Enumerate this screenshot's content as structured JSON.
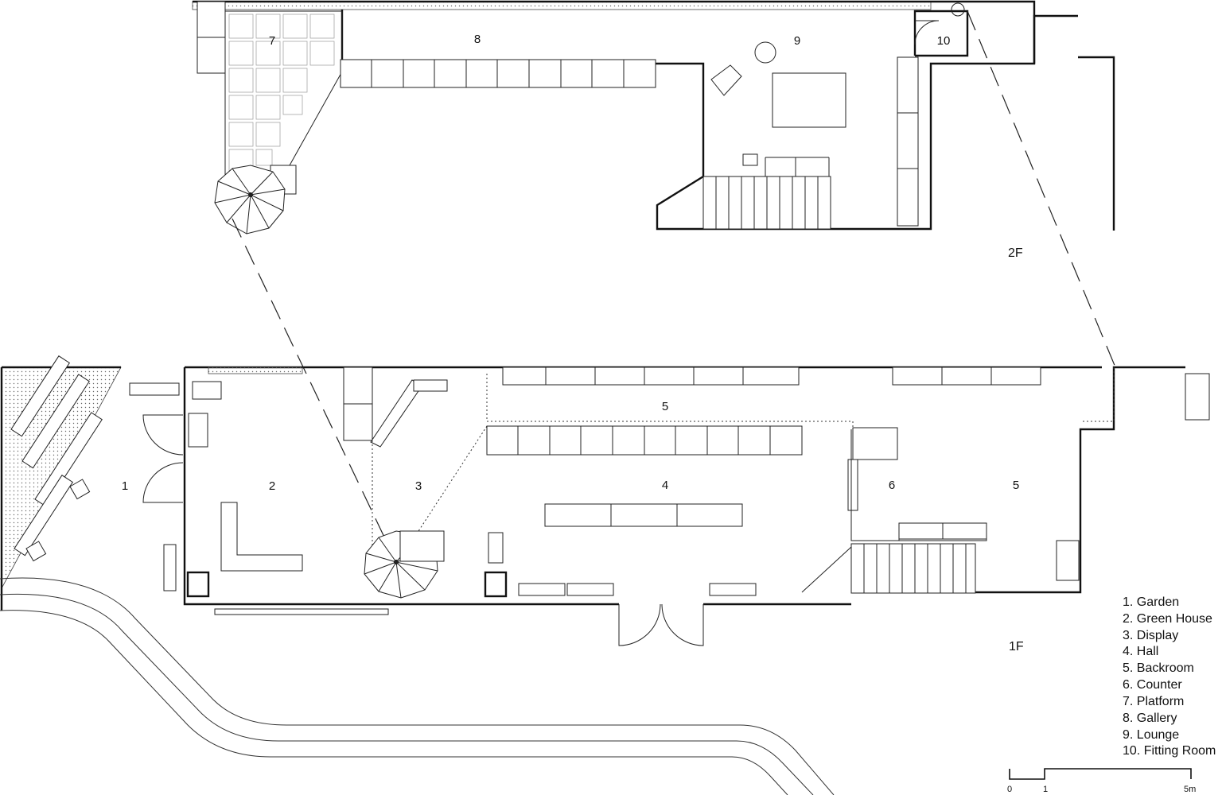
{
  "floors": {
    "upper": "2F",
    "lower": "1F"
  },
  "rooms_2f": [
    {
      "id": "7",
      "label": "7"
    },
    {
      "id": "8",
      "label": "8"
    },
    {
      "id": "9",
      "label": "9"
    },
    {
      "id": "10",
      "label": "10"
    }
  ],
  "rooms_1f": [
    {
      "id": "1",
      "label": "1"
    },
    {
      "id": "2",
      "label": "2"
    },
    {
      "id": "3",
      "label": "3"
    },
    {
      "id": "4",
      "label": "4"
    },
    {
      "id": "5a",
      "label": "5"
    },
    {
      "id": "6",
      "label": "6"
    },
    {
      "id": "5b",
      "label": "5"
    }
  ],
  "legend": [
    "1. Garden",
    "2. Green House",
    "3. Display",
    "4. Hall",
    "5. Backroom",
    "6. Counter",
    "7. Platform",
    "8. Gallery",
    "9. Lounge",
    "10. Fitting Room"
  ],
  "scale_bar": {
    "ticks": [
      "0",
      "1",
      "5m"
    ]
  }
}
